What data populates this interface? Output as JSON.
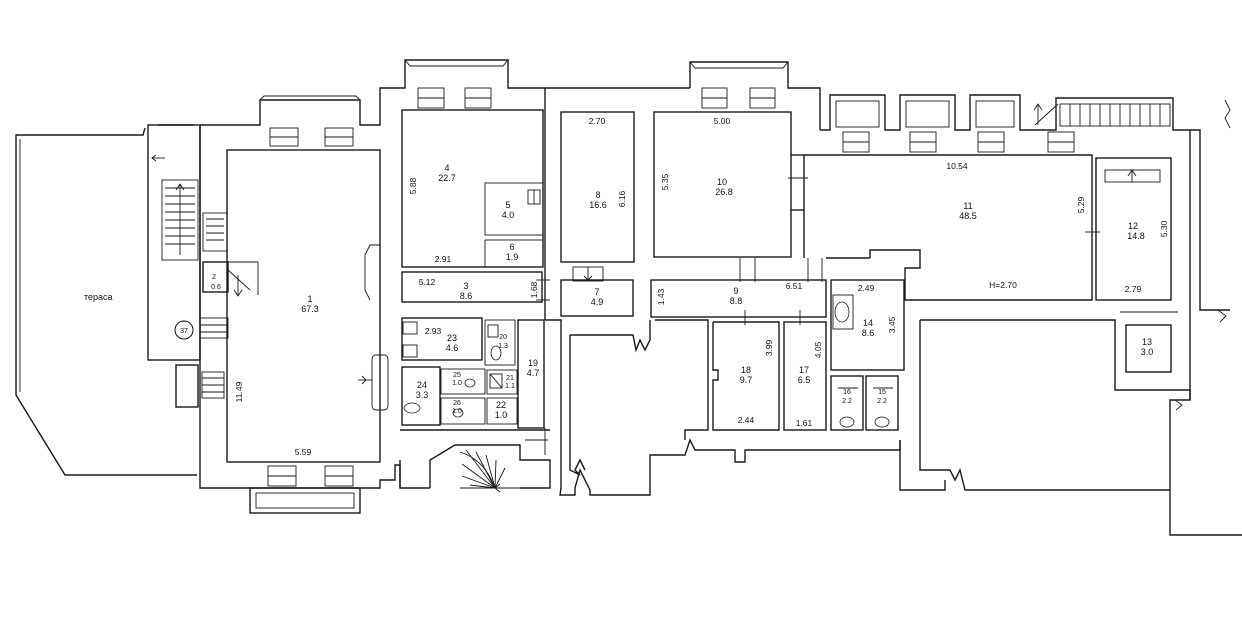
{
  "plan": {
    "terrace_label": "тераса",
    "marker": "37",
    "ceiling_height": "H=2.70",
    "rooms": [
      {
        "number": "1",
        "area": "67.3"
      },
      {
        "number": "2",
        "area": "0.6"
      },
      {
        "number": "3",
        "area": "8.6"
      },
      {
        "number": "4",
        "area": "22.7"
      },
      {
        "number": "5",
        "area": "4.0"
      },
      {
        "number": "6",
        "area": "1.9"
      },
      {
        "number": "7",
        "area": "4.9"
      },
      {
        "number": "8",
        "area": "16.6"
      },
      {
        "number": "9",
        "area": "8.8"
      },
      {
        "number": "10",
        "area": "26.8"
      },
      {
        "number": "11",
        "area": "48.5"
      },
      {
        "number": "12",
        "area": "14.8"
      },
      {
        "number": "13",
        "area": "3.0"
      },
      {
        "number": "14",
        "area": "8.6"
      },
      {
        "number": "15",
        "area": "2.2"
      },
      {
        "number": "16",
        "area": "2.2"
      },
      {
        "number": "17",
        "area": "6.5"
      },
      {
        "number": "18",
        "area": "9.7"
      },
      {
        "number": "19",
        "area": "4.7"
      },
      {
        "number": "20",
        "area": "1.3"
      },
      {
        "number": "21",
        "area": "1.1"
      },
      {
        "number": "22",
        "area": "1.0"
      },
      {
        "number": "23",
        "area": "4.6"
      },
      {
        "number": "24",
        "area": "3.3"
      },
      {
        "number": "25",
        "area": "1.0"
      },
      {
        "number": "26",
        "area": "1.0"
      }
    ],
    "dimensions": [
      "11.49",
      "5.59",
      "5.88",
      "2.91",
      "5.12",
      "1.68",
      "2.93",
      "2.70",
      "6.16",
      "5.00",
      "5.35",
      "1.43",
      "6.51",
      "10.54",
      "5.29",
      "5.30",
      "2.79",
      "2.49",
      "3.45",
      "3.99",
      "4.05",
      "2.44",
      "1.61"
    ]
  }
}
